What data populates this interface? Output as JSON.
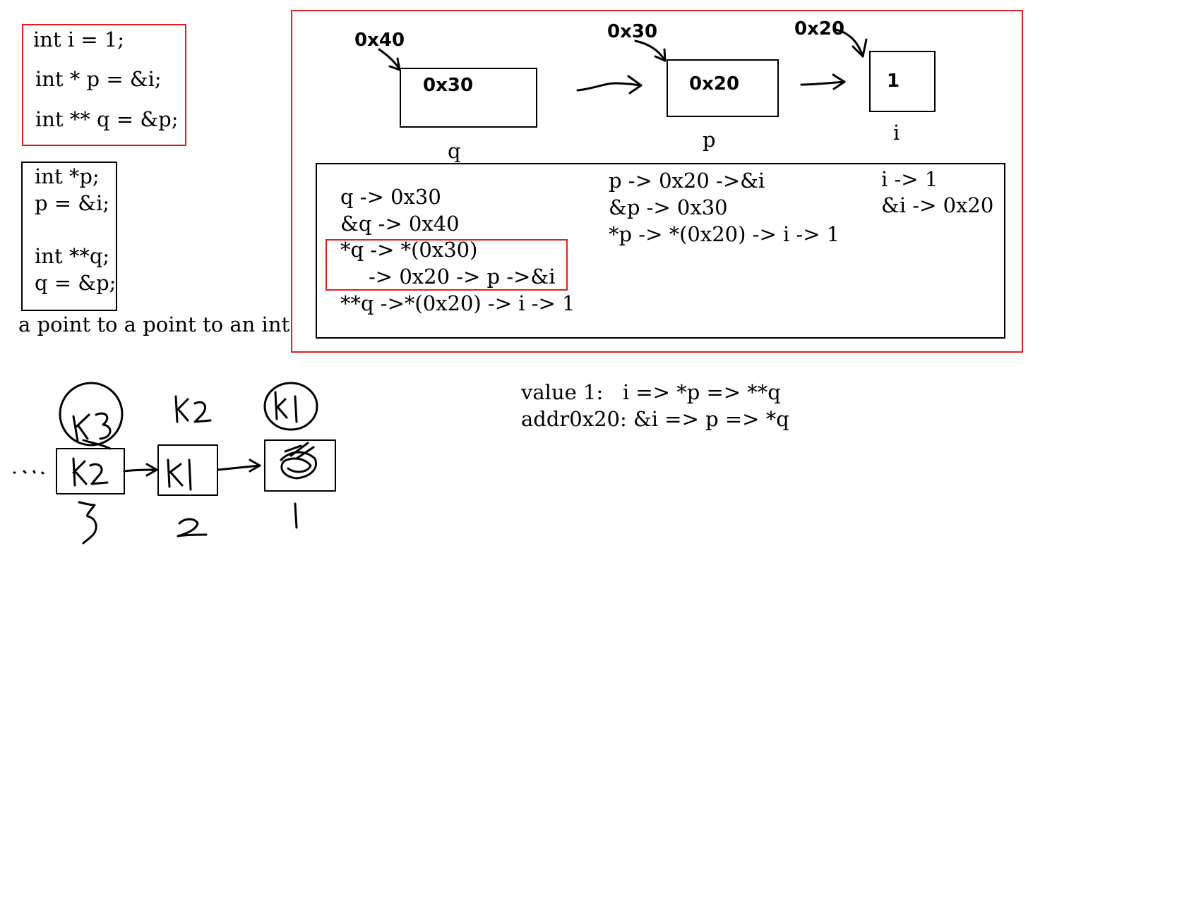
{
  "code_block_1": {
    "lines": [
      "int i = 1;",
      "int * p = &i;",
      "int ** q = &p;"
    ]
  },
  "code_block_2": {
    "lines": [
      "int *p;",
      "p = &i;",
      "int **q;",
      "q = &p;"
    ]
  },
  "caption": "a point to a point to an int",
  "memory_diagram": {
    "cells": [
      {
        "name": "q",
        "address": "0x40",
        "value": "0x30"
      },
      {
        "name": "p",
        "address": "0x30",
        "value": "0x20"
      },
      {
        "name": "i",
        "address": "0x20",
        "value": "1"
      }
    ]
  },
  "expressions": {
    "q_column": [
      "q -> 0x30",
      "&q -> 0x40",
      "*q -> *(0x30)",
      "-> 0x20 -> p ->&i",
      "**q ->*(0x20) -> i -> 1"
    ],
    "p_column": [
      "p -> 0x20 ->&i",
      "&p -> 0x30",
      "*p -> *(0x20) -> i -> 1"
    ],
    "i_column": [
      "i -> 1",
      "&i -> 0x20"
    ]
  },
  "summary": {
    "value_line": "value 1:   i => *p => **q",
    "addr_line": "addr0x20: &i => p => *q"
  },
  "colors": {
    "highlight_border": "#e02020",
    "ink": "#000000"
  }
}
